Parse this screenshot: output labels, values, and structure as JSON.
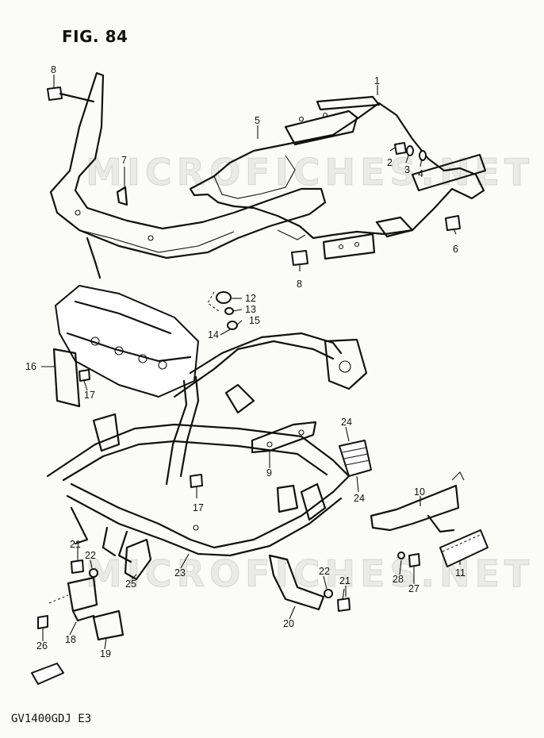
{
  "figure": {
    "title": "FIG. 84"
  },
  "watermarks": [
    "MICROFICHES.NET",
    "MICROFICHES.NET"
  ],
  "footer": {
    "model_code": "GV1400GDJ  E3"
  },
  "callouts": [
    {
      "id": "c1",
      "label": "1"
    },
    {
      "id": "c2",
      "label": "2"
    },
    {
      "id": "c3",
      "label": "3"
    },
    {
      "id": "c4",
      "label": "4"
    },
    {
      "id": "c5",
      "label": "5"
    },
    {
      "id": "c6",
      "label": "6"
    },
    {
      "id": "c7",
      "label": "7"
    },
    {
      "id": "c8a",
      "label": "8"
    },
    {
      "id": "c8b",
      "label": "8"
    },
    {
      "id": "c9",
      "label": "9"
    },
    {
      "id": "c10",
      "label": "10"
    },
    {
      "id": "c11",
      "label": "11"
    },
    {
      "id": "c12",
      "label": "12"
    },
    {
      "id": "c13",
      "label": "13"
    },
    {
      "id": "c14",
      "label": "14"
    },
    {
      "id": "c15",
      "label": "15"
    },
    {
      "id": "c16",
      "label": "16"
    },
    {
      "id": "c17a",
      "label": "17"
    },
    {
      "id": "c17b",
      "label": "17"
    },
    {
      "id": "c18",
      "label": "18"
    },
    {
      "id": "c19",
      "label": "19"
    },
    {
      "id": "c20",
      "label": "20"
    },
    {
      "id": "c21a",
      "label": "21"
    },
    {
      "id": "c21b",
      "label": "21"
    },
    {
      "id": "c22a",
      "label": "22"
    },
    {
      "id": "c22b",
      "label": "22"
    },
    {
      "id": "c23",
      "label": "23"
    },
    {
      "id": "c24a",
      "label": "24"
    },
    {
      "id": "c24b",
      "label": "24"
    },
    {
      "id": "c25",
      "label": "25"
    },
    {
      "id": "c26",
      "label": "26"
    },
    {
      "id": "c27",
      "label": "27"
    },
    {
      "id": "c28",
      "label": "28"
    }
  ]
}
